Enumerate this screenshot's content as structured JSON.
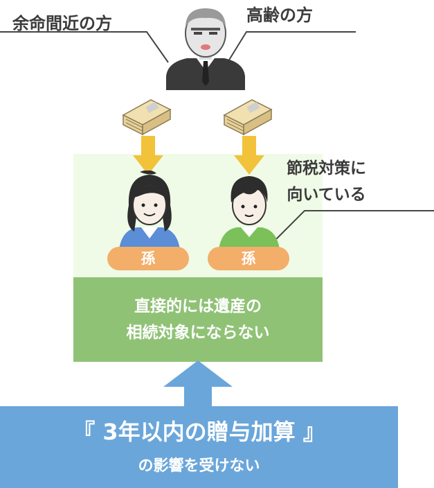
{
  "labels": {
    "terminal": "余命間近の方",
    "elderly": "高齢の方",
    "tax_line1": "節税対策に",
    "tax_line2": "向いている"
  },
  "grandchildren": {
    "left_label": "孫",
    "right_label": "孫"
  },
  "green_panel": {
    "line1": "直接的には遺産の",
    "line2": "相続対象にならない"
  },
  "blue_box": {
    "line1": "『 3年以内の贈与加算 』",
    "line2": "の影響を受けない"
  },
  "colors": {
    "light_panel": "#effbe7",
    "green_panel": "#90c276",
    "pill": "#f3ae6a",
    "blue_box": "#6aa6d9",
    "arrow_yellow": "#f2c23a",
    "money": "#e8d19a"
  }
}
